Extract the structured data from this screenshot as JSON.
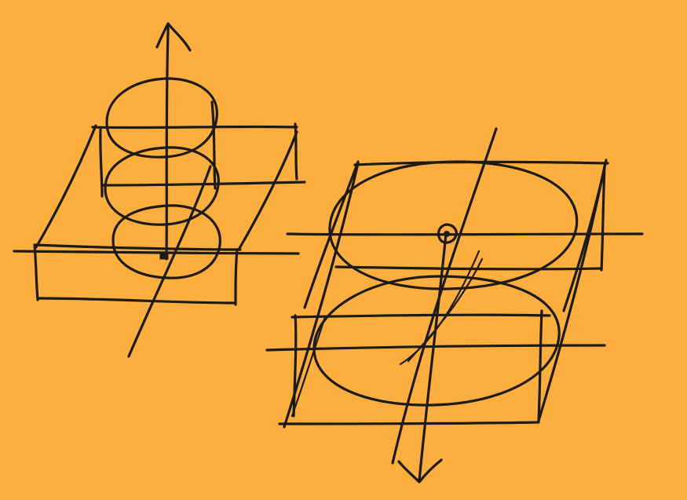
{
  "colors": {
    "background": "#FCAE3F",
    "ink": "#1e1a14"
  },
  "figures": [
    {
      "name": "small-box-with-stacked-circles",
      "circle_count": 3,
      "has_up_arrow": true
    },
    {
      "name": "large-box-with-stacked-ellipses",
      "ellipse_count": 2,
      "has_down_arrow": true
    }
  ]
}
